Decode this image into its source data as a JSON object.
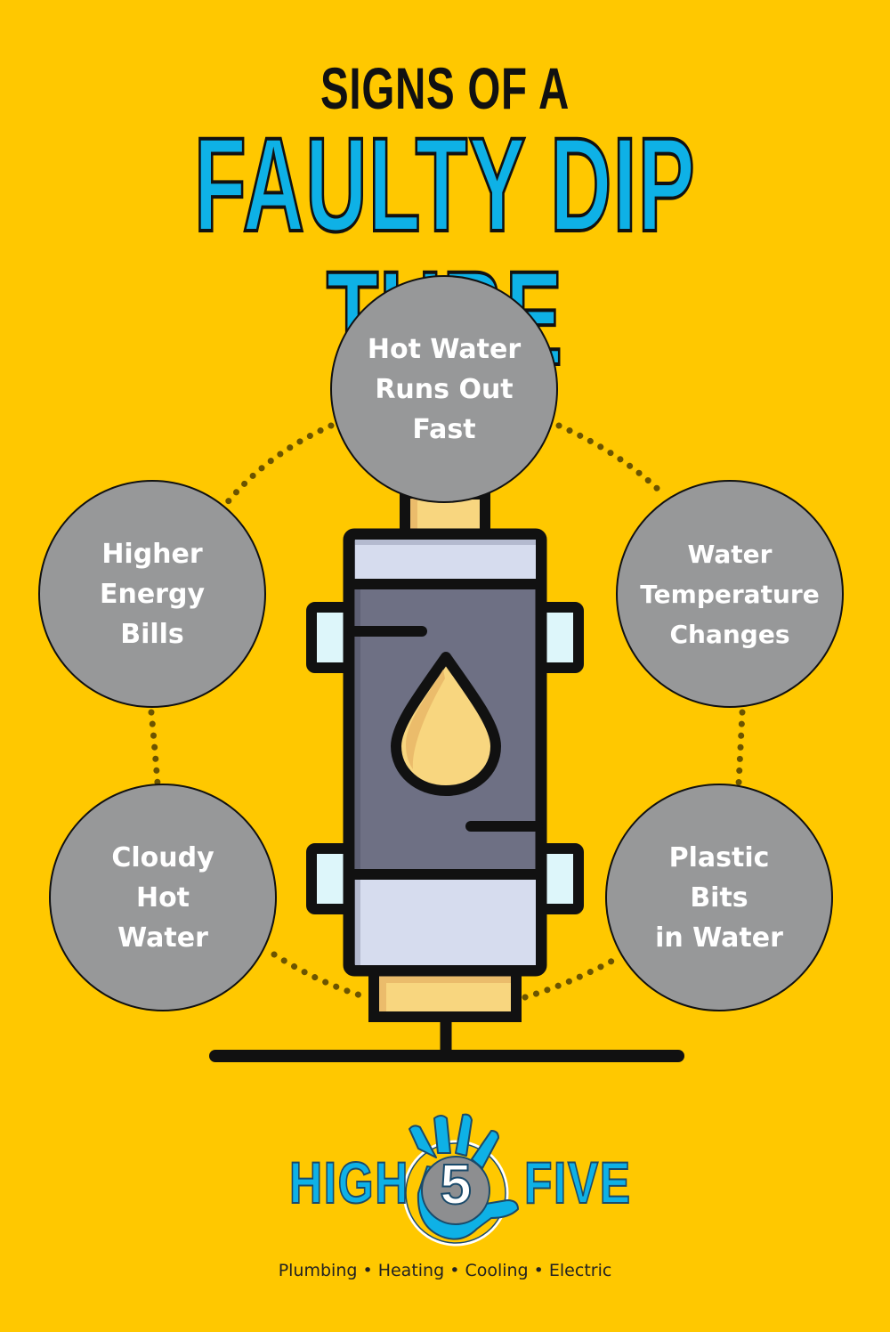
{
  "header": {
    "subtitle": "SIGNS OF A",
    "title": "FAULTY DIP TUBE"
  },
  "signs": [
    {
      "id": "top",
      "lines": [
        "Hot Water",
        "Runs Out",
        "Fast"
      ]
    },
    {
      "id": "upper-left",
      "lines": [
        "Higher",
        "Energy",
        "Bills"
      ]
    },
    {
      "id": "upper-right",
      "lines": [
        "Water",
        "Temperature",
        "Changes"
      ]
    },
    {
      "id": "lower-left",
      "lines": [
        "Cloudy",
        "Hot",
        "Water"
      ]
    },
    {
      "id": "lower-right",
      "lines": [
        "Plastic",
        "Bits",
        "in Water"
      ]
    }
  ],
  "illustration": {
    "icon": "water-heater-dip-tube-icon",
    "drop_icon": "water-drop-icon"
  },
  "logo": {
    "left_word": "HIGH",
    "number": "5",
    "right_word": "FIVE",
    "tagline": "Plumbing • Heating • Cooling • Electric"
  },
  "colors": {
    "background": "#FFC800",
    "title_blue": "#0EB1E6",
    "bubble_gray": "#979899",
    "tank_body": "#6E7084",
    "tank_cap": "#D6DCEE",
    "fitting": "#DDF6FA",
    "drop": "#F8D67F",
    "dots": "#6B5400"
  }
}
